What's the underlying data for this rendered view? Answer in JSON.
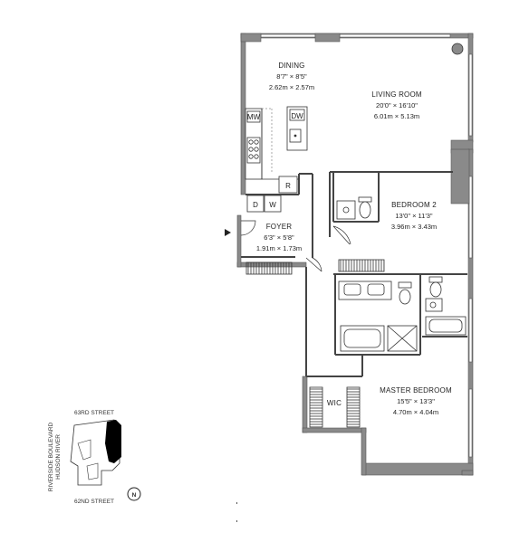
{
  "rooms": {
    "dining": {
      "name": "DINING",
      "imperial": "8'7\" × 8'5\"",
      "metric": "2.62m × 2.57m"
    },
    "living": {
      "name": "LIVING ROOM",
      "imperial": "20'0\" × 16'10\"",
      "metric": "6.01m × 5.13m"
    },
    "bedroom2": {
      "name": "BEDROOM 2",
      "imperial": "13'0\" × 11'3\"",
      "metric": "3.96m × 3.43m"
    },
    "foyer": {
      "name": "FOYER",
      "imperial": "6'3\" × 5'8\"",
      "metric": "1.91m × 1.73m"
    },
    "master": {
      "name": "MASTER BEDROOM",
      "imperial": "15'5\" × 13'3\"",
      "metric": "4.70m × 4.04m"
    },
    "wic": {
      "name": "WIC"
    }
  },
  "appliances": {
    "microwave": "MW",
    "dishwasher": "DW",
    "refrigerator": "R",
    "dryer": "D",
    "washer": "W"
  },
  "location": {
    "north_street": "63RD STREET",
    "south_street": "62ND STREET",
    "west_line1": "RIVERSIDE BOULEVARD",
    "west_line2": "HUDSON RIVER",
    "compass": "N"
  },
  "colors": {
    "wall": "#8a8a8a",
    "wall_dark": "#555555",
    "line": "#333333",
    "building_highlight": "#000000"
  }
}
